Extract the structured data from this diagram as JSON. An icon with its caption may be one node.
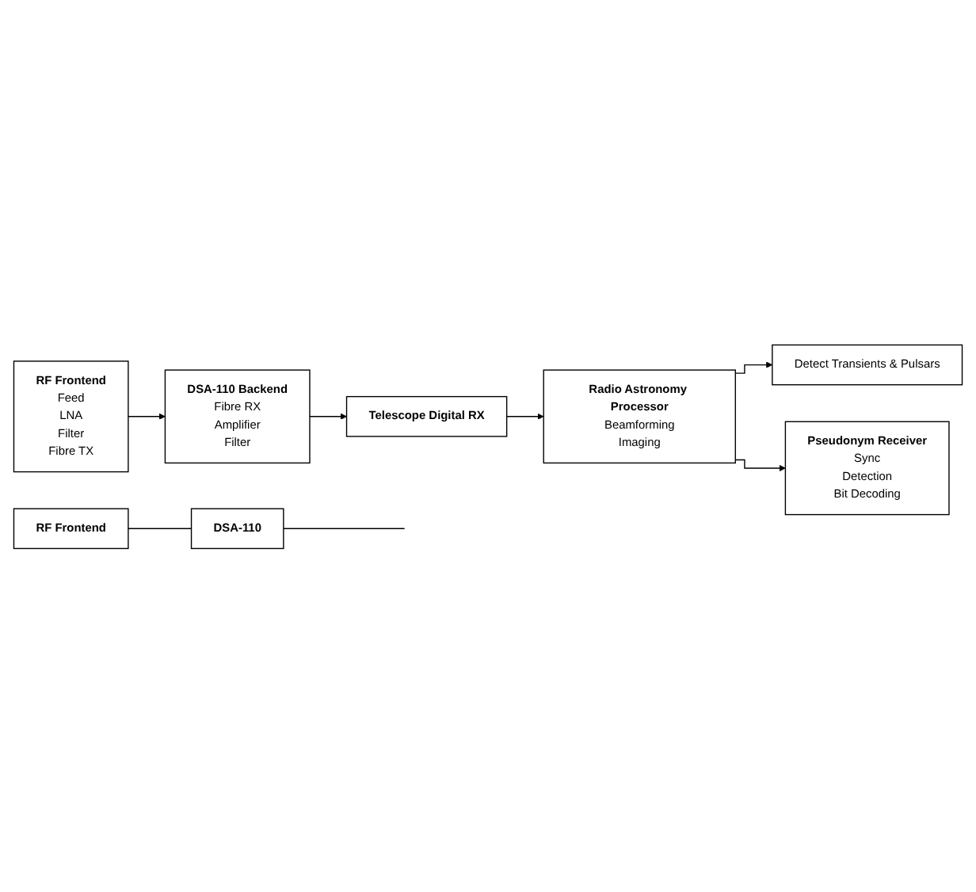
{
  "diagram": {
    "nodes": [
      {
        "text": [
          "RF Frontend"
        ]
      },
      {
        "text": [
          "DSA-110"
        ]
      },
      {
        "text": [
          "RF Frontend",
          "Feed",
          "LNA",
          "Filter",
          "Fibre TX"
        ]
      },
      {
        "text": [
          "DSA-110 Backend",
          "Fibre RX",
          "Amplifier",
          "Filter"
        ]
      },
      {
        "text": [
          "Telescope Digital RX"
        ]
      },
      {
        "text": [
          "Radio Astronomy Processor",
          "Beamforming",
          "Imaging"
        ]
      },
      {
        "text": [
          "Detect Transients & Pulsars"
        ]
      },
      {
        "text": [
          "Pseudonym Receiver",
          "Sync",
          "Detection",
          "Bit Decoding"
        ]
      }
    ],
    "edges": [
      {
        "from": 0,
        "to": 1,
        "arrow": "none"
      },
      {
        "from": 2,
        "to": 3,
        "arrow": "to"
      },
      {
        "from": 1,
        "to": null,
        "arrow": "none"
      },
      {
        "from": 3,
        "to": 4,
        "arrow": "to"
      },
      {
        "from": 4,
        "to": 5,
        "arrow": "to"
      },
      {
        "from": 5,
        "to": 6,
        "arrow": "to"
      },
      {
        "from": 5,
        "to": 7,
        "arrow": "to"
      }
    ]
  }
}
